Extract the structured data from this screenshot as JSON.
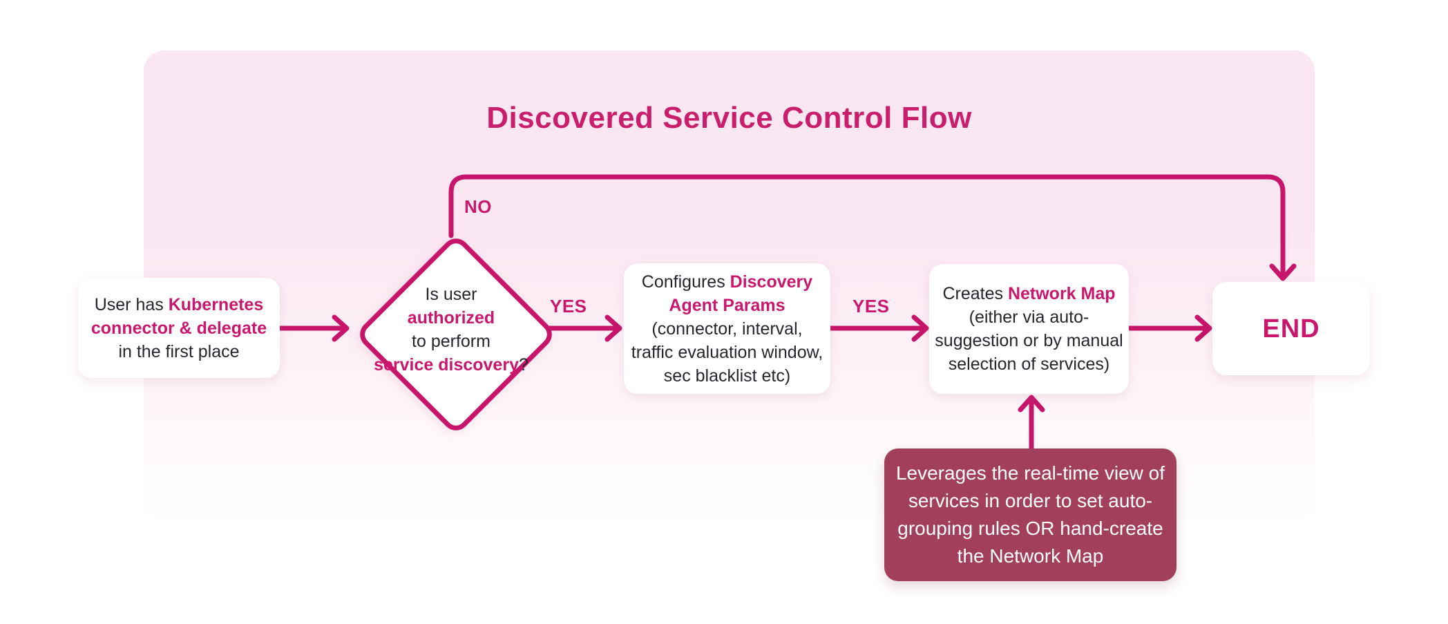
{
  "title": "Discovered Service Control Flow",
  "colors": {
    "accent": "#c6156a",
    "container_pink": "#fbe7f2",
    "annotation_bg": "#a23f5d",
    "node_bg": "#ffffff",
    "text_dark": "#23262d"
  },
  "labels": {
    "no": "NO",
    "yes1": "YES",
    "yes2": "YES"
  },
  "nodes": {
    "start": {
      "lines": [
        [
          {
            "t": "User has "
          },
          {
            "t": "Kubernetes"
          }
        ],
        [
          {
            "t": "connector & delegate"
          }
        ],
        [
          {
            "t": "in the first place"
          }
        ]
      ]
    },
    "decision": {
      "lines": [
        [
          {
            "t": "Is user"
          }
        ],
        [
          {
            "t": "authorized"
          }
        ],
        [
          {
            "t": "to perform"
          }
        ],
        [
          {
            "t": "service discovery"
          },
          {
            "t": "?"
          }
        ]
      ]
    },
    "configure": {
      "lines": [
        [
          {
            "t": "Configures "
          },
          {
            "t": "Discovery"
          }
        ],
        [
          {
            "t": "Agent Params"
          }
        ],
        [
          {
            "t": "(connector, interval,"
          }
        ],
        [
          {
            "t": "traffic evaluation window,"
          }
        ],
        [
          {
            "t": "sec blacklist etc)"
          }
        ]
      ]
    },
    "create_map": {
      "lines": [
        [
          {
            "t": "Creates "
          },
          {
            "t": "Network Map"
          }
        ],
        [
          {
            "t": "(either via auto-"
          }
        ],
        [
          {
            "t": "suggestion or by manual"
          }
        ],
        [
          {
            "t": "selection of services)"
          }
        ]
      ]
    },
    "end": {
      "label": "END"
    },
    "annotation": {
      "lines": [
        "Leverages the real-time view of",
        "services in order to set auto-",
        "grouping rules OR hand-create",
        "the Network Map"
      ]
    }
  }
}
